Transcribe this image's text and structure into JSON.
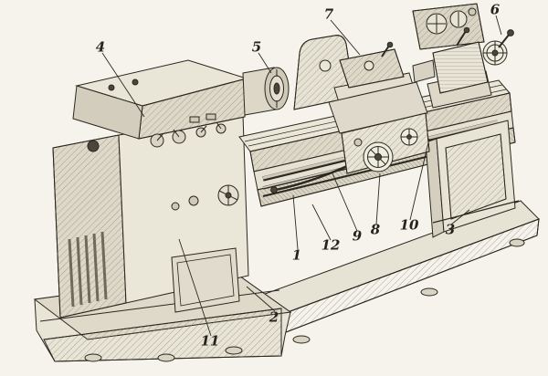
{
  "figure": {
    "callouts": [
      {
        "label": "1"
      },
      {
        "label": "2"
      },
      {
        "label": "3"
      },
      {
        "label": "4"
      },
      {
        "label": "5"
      },
      {
        "label": "6"
      },
      {
        "label": "7"
      },
      {
        "label": "8"
      },
      {
        "label": "9"
      },
      {
        "label": "10"
      },
      {
        "label": "11"
      },
      {
        "label": "12"
      }
    ],
    "colors": {
      "ink": "#2b2820",
      "paper": "#f5f3ec"
    }
  }
}
